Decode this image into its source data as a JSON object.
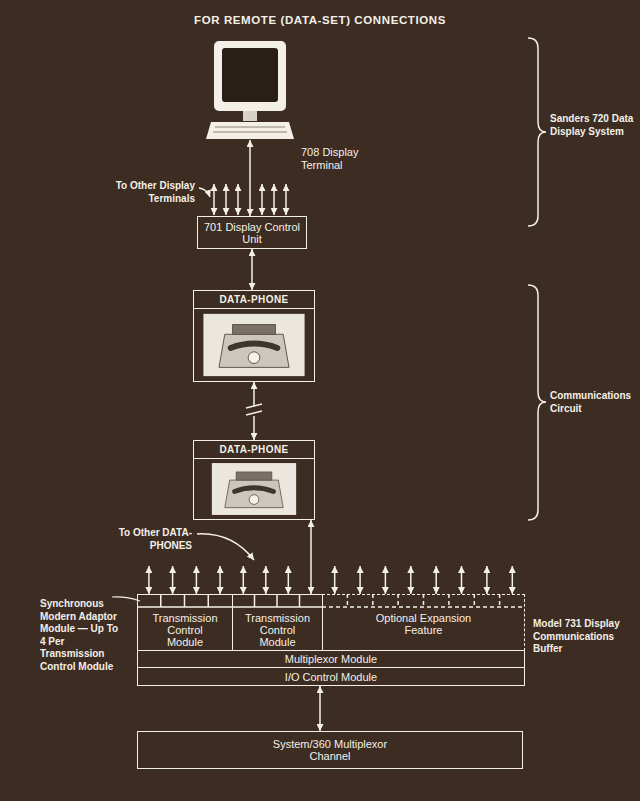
{
  "diagram": {
    "title": "FOR REMOTE (DATA-SET) CONNECTIONS",
    "nodes": [
      {
        "text": [
          "708 Display Terminal"
        ]
      },
      {
        "text": [
          "701 Display Control Unit"
        ]
      },
      {
        "text": [
          "DATA-PHONE"
        ]
      },
      {
        "text": [
          "DATA-PHONE"
        ]
      },
      {
        "text": [
          "Transmission Control Module"
        ]
      },
      {
        "text": [
          "Transmission Control Module"
        ]
      },
      {
        "text": [
          "Optional Expansion Feature"
        ]
      },
      {
        "text": [
          "Multiplexor Module"
        ]
      },
      {
        "text": [
          "I/O Control Module"
        ]
      },
      {
        "text": [
          "System/360 Multiplexor Channel"
        ]
      }
    ],
    "edges": [
      {
        "from": 1,
        "to": 0,
        "arrow": "both"
      },
      {
        "from": 1,
        "to": 2,
        "arrow": "both"
      },
      {
        "from": 2,
        "to": 3,
        "arrow": "both"
      },
      {
        "from": 3,
        "to": 5,
        "arrow": "both"
      },
      {
        "from": 8,
        "to": 9,
        "arrow": "both"
      }
    ],
    "labels": [
      "To Other Display Terminals",
      "Sanders 720 Data Display System",
      "Communications Circuit",
      "To Other DATA-PHONES",
      "Synchronous Modern Adaptor Module — Up To 4 Per Transmission Control Module",
      "Model 731 Display Communications Buffer"
    ]
  }
}
